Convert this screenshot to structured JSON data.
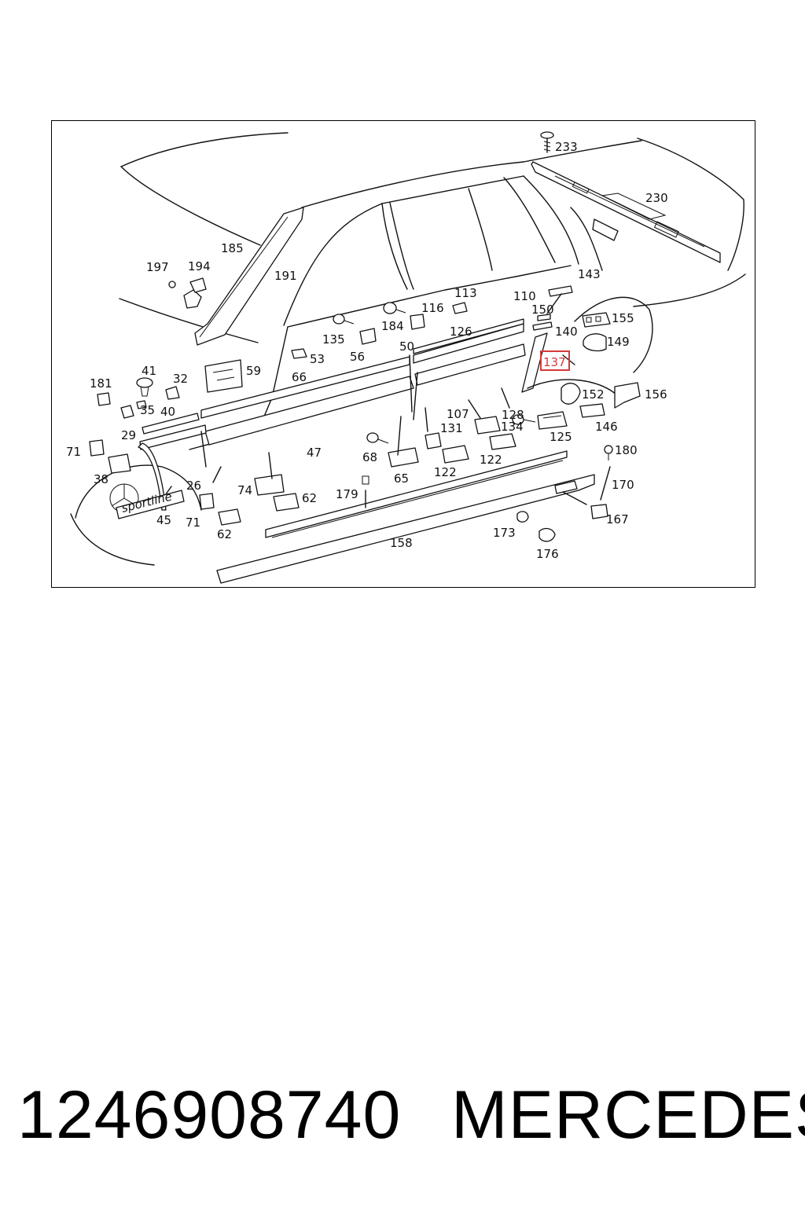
{
  "diagram": {
    "callouts": {
      "c233": "233",
      "c230": "230",
      "c185": "185",
      "c191": "191",
      "c197": "197",
      "c194": "194",
      "c143": "143",
      "c113": "113",
      "c110": "110",
      "c150": "150",
      "c116": "116",
      "c184": "184",
      "c155": "155",
      "c135": "135",
      "c126": "126",
      "c140": "140",
      "c149": "149",
      "c53": "53",
      "c56": "56",
      "c50": "50",
      "c137": "137",
      "c41": "41",
      "c59": "59",
      "c66": "66",
      "c181": "181",
      "c32": "32",
      "c152": "152",
      "c156": "156",
      "c35": "35",
      "c40": "40",
      "c107": "107",
      "c128": "128",
      "c131": "131",
      "c134": "134",
      "c146": "146",
      "c29": "29",
      "c125": "125",
      "c71a": "71",
      "c68": "68",
      "c47": "47",
      "c180": "180",
      "c122a": "122",
      "c38": "38",
      "c65": "65",
      "c122b": "122",
      "c170": "170",
      "c26": "26",
      "c74": "74",
      "c179": "179",
      "c62a": "62",
      "c45": "45",
      "c71b": "71",
      "c167": "167",
      "c173": "173",
      "c62b": "62",
      "c158": "158",
      "c176": "176"
    },
    "highlighted_callout": "137",
    "emblem_text": "sportline"
  },
  "footer": {
    "part_number": "1246908740",
    "brand": "MERCEDES"
  }
}
